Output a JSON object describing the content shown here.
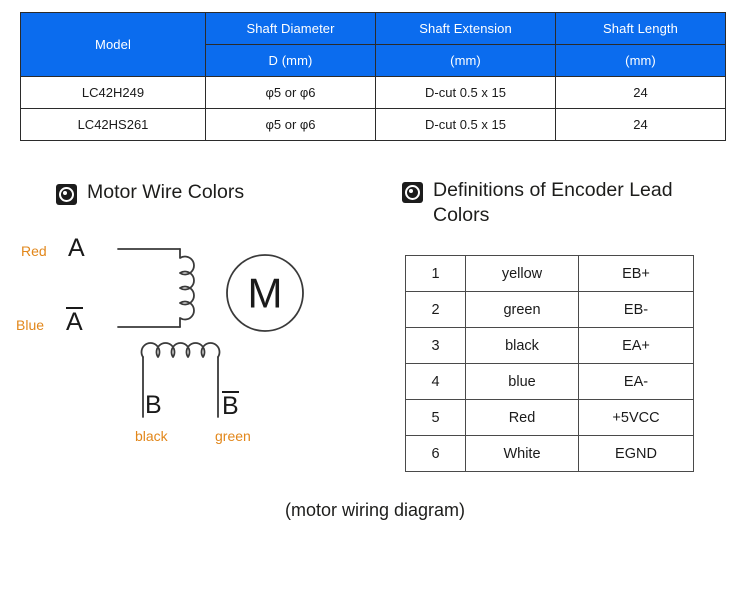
{
  "spec_table": {
    "headers_top": [
      "Model",
      "Shaft Diameter",
      "Shaft Extension",
      "Shaft Length"
    ],
    "headers_sub": [
      "D (mm)",
      "(mm)",
      "(mm)"
    ],
    "header_bg": "#0B6CEE",
    "header_text_color": "#FFFFFF",
    "rows": [
      {
        "model": "LC42H249",
        "diameter": "φ5 or φ6",
        "extension": "D-cut 0.5 x 15",
        "length": "24"
      },
      {
        "model": "LC42HS261",
        "diameter": "φ5 or φ6",
        "extension": "D-cut 0.5 x 15",
        "length": "24"
      }
    ]
  },
  "sections": {
    "motor_wire": {
      "icon": "bullseye-icon",
      "title": "Motor Wire Colors"
    },
    "encoder_leads": {
      "icon": "bullseye-icon",
      "title": "Definitions of Encoder Lead Colors"
    }
  },
  "wiring_diagram": {
    "motor_label": "M",
    "label_color": "#E2871B",
    "phase_a": {
      "wire_color_label": "Red",
      "terminal": "A"
    },
    "phase_a_bar": {
      "wire_color_label": "Blue",
      "terminal": "A",
      "overbar": true
    },
    "phase_b": {
      "wire_color_label": "black",
      "terminal": "B"
    },
    "phase_b_bar": {
      "wire_color_label": "green",
      "terminal": "B",
      "overbar": true
    }
  },
  "encoder_table": {
    "rows": [
      {
        "no": "1",
        "color": "yellow",
        "signal": "EB+"
      },
      {
        "no": "2",
        "color": "green",
        "signal": "EB-"
      },
      {
        "no": "3",
        "color": "black",
        "signal": "EA+"
      },
      {
        "no": "4",
        "color": "blue",
        "signal": "EA-"
      },
      {
        "no": "5",
        "color": "Red",
        "signal": "+5VCC"
      },
      {
        "no": "6",
        "color": "White",
        "signal": "EGND"
      }
    ]
  },
  "caption": "(motor wiring diagram)"
}
